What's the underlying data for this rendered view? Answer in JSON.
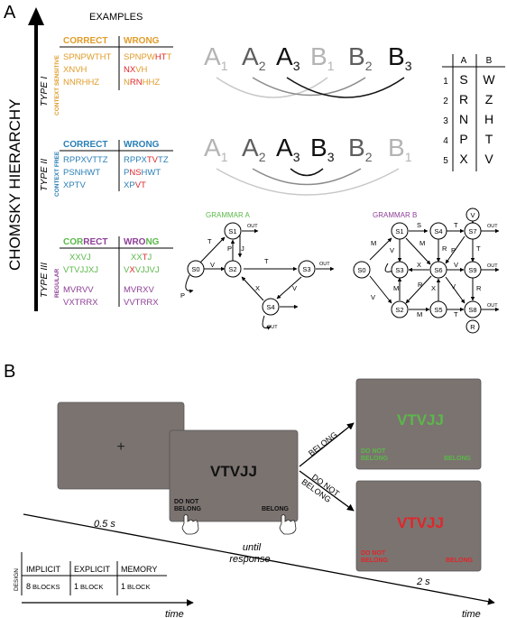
{
  "panel_a": {
    "label": "A",
    "hierarchy_label": "CHOMSKY HIERARCHY",
    "examples_title": "EXAMPLES",
    "correct_label": "CORRECT",
    "wrong_label": "WRONG",
    "type1": {
      "title": "TYPE I",
      "subtitle": "CONTEXT SENSITIVE",
      "correct": [
        "SPNPWTHT",
        "XNVH",
        "NNRHHZ"
      ],
      "wrong": [
        [
          "SPNPW",
          "HT",
          "T"
        ],
        [
          "",
          "NX",
          "VH"
        ],
        [
          "N",
          "RN",
          "HHZ"
        ]
      ]
    },
    "type2": {
      "title": "TYPE II",
      "subtitle": "CONTEXT FREE",
      "correct": [
        "RPPXVTTZ",
        "PSNHWT",
        "XPTV"
      ],
      "wrong": [
        [
          "RPPX",
          "TV",
          "TZ"
        ],
        [
          "P",
          "NS",
          "HWT"
        ],
        [
          "XP",
          "VT",
          ""
        ]
      ]
    },
    "type3": {
      "title": "TYPE III",
      "subtitle": "REGULAR",
      "correct": [
        "XXVJ",
        "VTVJJXJ",
        "MVRVV",
        "VXTRRX"
      ],
      "wrong": [
        [
          "XX",
          "T",
          "J"
        ],
        [
          "V",
          "X",
          "VJJVJ"
        ],
        [
          "MVRXV",
          ""
        ],
        [
          "VVTRRX",
          ""
        ]
      ]
    },
    "seq_top": [
      "A1",
      "A2",
      "A3",
      "B1",
      "B2",
      "B3"
    ],
    "seq_mid": [
      "A1",
      "A2",
      "A3",
      "B3",
      "B2",
      "B1"
    ],
    "table": {
      "headers": [
        "A",
        "B"
      ],
      "rows": [
        [
          "1",
          "S",
          "W"
        ],
        [
          "2",
          "R",
          "Z"
        ],
        [
          "3",
          "N",
          "H"
        ],
        [
          "4",
          "P",
          "T"
        ],
        [
          "5",
          "X",
          "V"
        ]
      ]
    },
    "grammar_a": {
      "title": "GRAMMAR A",
      "states": [
        "S0",
        "S1",
        "S2",
        "S3",
        "S4"
      ],
      "edge_labels": [
        "T",
        "V",
        "P",
        "J",
        "T",
        "X",
        "V",
        "P",
        "OUT",
        "OUT",
        "OUT"
      ]
    },
    "grammar_b": {
      "title": "GRAMMAR B",
      "states": [
        "S0",
        "S1",
        "S2",
        "S3",
        "S4",
        "S5",
        "S6",
        "S7",
        "S8",
        "S9",
        "V",
        "R"
      ],
      "edge_labels": [
        "M",
        "V",
        "V",
        "S",
        "M",
        "X",
        "R",
        "T",
        "P",
        "T",
        "V",
        "R",
        "M",
        "X",
        "V",
        "T",
        "R",
        "M",
        "OUT",
        "OUT",
        "OUT"
      ]
    }
  },
  "panel_b": {
    "label": "B",
    "fixation": "+",
    "stimulus": "VTVJJ",
    "do_not_belong": [
      "DO NOT",
      "BELONG"
    ],
    "belong": "BELONG",
    "arrow_belong": "BELONG",
    "arrow_not": [
      "DO NOT",
      "BELONG"
    ],
    "t1": "0.5 s",
    "t2": [
      "until",
      "response"
    ],
    "t3": "2 s",
    "time_label": "time",
    "design": {
      "label": "DESIGN",
      "headers": [
        "IMPLICIT",
        "EXPLICIT",
        "MEMORY"
      ],
      "values": [
        [
          "8",
          "BLOCKS"
        ],
        [
          "1",
          "BLOCK"
        ],
        [
          "1",
          "BLOCK"
        ]
      ]
    },
    "colors": {
      "screen": "#7b7370",
      "correct": "#5bb84a",
      "wrong": "#e0262a"
    }
  },
  "colors": {
    "type1_correct": "#e19c2a",
    "type1_wrong_hl": "#e0262a",
    "type2": "#2a7fb6",
    "type3_green": "#5bb84a",
    "type3_purple": "#8e3f97",
    "grey_letter": "#9a9a9a",
    "dark_letter": "#111111"
  }
}
